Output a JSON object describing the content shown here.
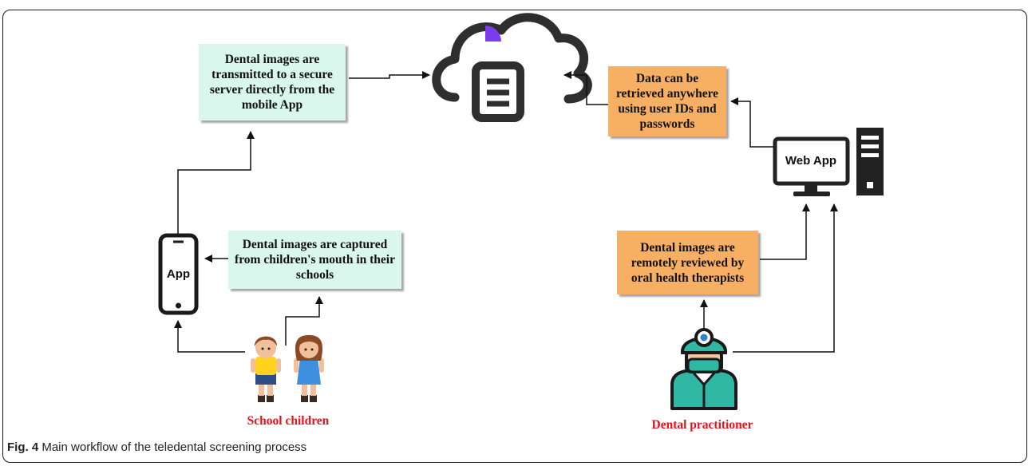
{
  "nodes": {
    "transmit": "Dental images are transmitted to a secure server directly from the mobile App",
    "capture": "Dental images are captured from children's mouth in their schools",
    "retrieve": "Data can be retrieved anywhere using user IDs and passwords",
    "review": "Dental images are remotely reviewed by oral health therapists",
    "school_children": "School children",
    "dental_practitioner": "Dental practitioner",
    "phone_label": "App",
    "computer_label": "Web App"
  },
  "icons": [
    "cloud-server-icon",
    "smartphone-icon",
    "desktop-computer-icon",
    "children-icon",
    "dentist-icon"
  ],
  "caption": {
    "prefix": "Fig. 4",
    "text": " Main workflow of the teledental screening process"
  },
  "colors": {
    "mint_box": "#d9f7ec",
    "orange_box": "#f7b063",
    "red_label": "#e8111b",
    "cloud_accent": "#7b3cf0",
    "dentist_teal": "#2fb8a3"
  }
}
